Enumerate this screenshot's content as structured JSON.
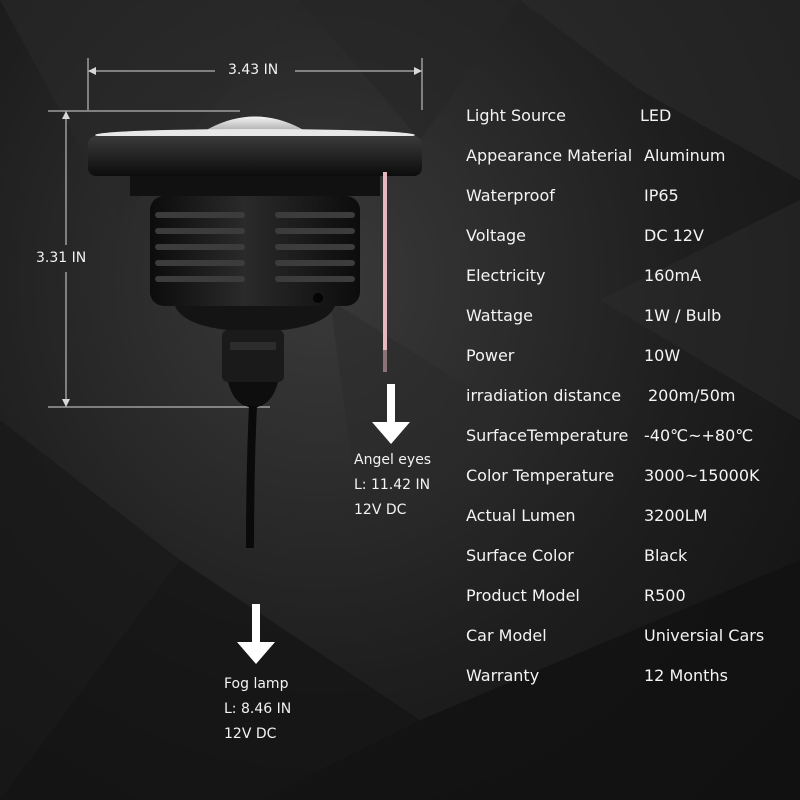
{
  "dimensions": {
    "width_label": "3.43 IN",
    "height_label": "3.31 IN"
  },
  "specs": [
    {
      "key": "Light Source",
      "value": "LED"
    },
    {
      "key": "Appearance Material",
      "value": "Aluminum"
    },
    {
      "key": "Waterproof",
      "value": "IP65"
    },
    {
      "key": "Voltage",
      "value": "DC 12V"
    },
    {
      "key": "Electricity",
      "value": "160mA"
    },
    {
      "key": "Wattage",
      "value": "1W / Bulb"
    },
    {
      "key": "Power",
      "value": "10W"
    },
    {
      "key": "irradiation distance",
      "value": "200m/50m"
    },
    {
      "key": "SurfaceTemperature",
      "value": "-40℃~+80℃"
    },
    {
      "key": "Color Temperature",
      "value": "3000~15000K"
    },
    {
      "key": "Actual Lumen",
      "value": "3200LM"
    },
    {
      "key": "Surface Color",
      "value": "Black"
    },
    {
      "key": "Product Model",
      "value": "R500"
    },
    {
      "key": "Car Model",
      "value": "Universial Cars"
    },
    {
      "key": "Warranty",
      "value": "12 Months"
    }
  ],
  "angel_eyes": {
    "name": "Angel eyes",
    "length": "L: 11.42 IN",
    "voltage": "12V DC"
  },
  "fog_lamp": {
    "name": "Fog lamp",
    "length": "L: 8.46 IN",
    "voltage": "12V DC"
  },
  "colors": {
    "background": "#1e1e1e",
    "text": "#ffffff",
    "lamp_body": "#151515",
    "wire_pink": "#e8b8c0"
  }
}
